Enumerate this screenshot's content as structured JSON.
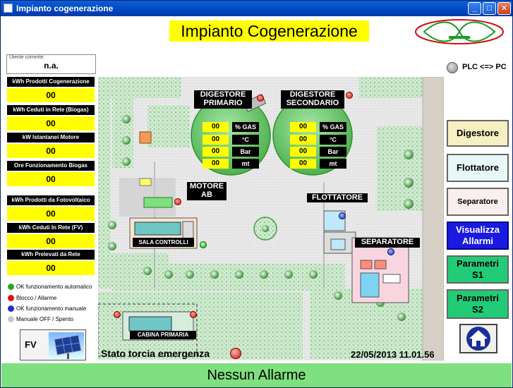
{
  "window": {
    "title": "Impianto cogenerazione"
  },
  "header": {
    "title": "Impianto Cogenerazione"
  },
  "plc": {
    "label": "PLC <=> PC"
  },
  "user": {
    "label": "Utente corrente:",
    "value": "n.a."
  },
  "kpis": [
    {
      "label": "kWh Prodotti Cogenerazione",
      "value": "00"
    },
    {
      "label": "kWh Ceduti in Rete (Biogas)",
      "value": "00"
    },
    {
      "label": "kW Istantanei Motore",
      "value": "00"
    },
    {
      "label": "Ore Funzionamento Biogas",
      "value": "00"
    },
    {
      "label": "kWh Prodotti da Fotovoltaico",
      "value": "00"
    },
    {
      "label": "kWh Ceduti In Rete (FV)",
      "value": "00"
    },
    {
      "label": "kWh Prelevati da Rete",
      "value": "00"
    }
  ],
  "legend": [
    {
      "label": "OK funzionamento automatico",
      "color": "#22aa22"
    },
    {
      "label": "Blocco / Allarme",
      "color": "#dd1111"
    },
    {
      "label": "OK funzionamento manuale",
      "color": "#1a2ed0"
    },
    {
      "label": "Manuale OFF / Spento",
      "color": "#c8c8c8"
    }
  ],
  "fv_button": {
    "label": "FV"
  },
  "map": {
    "digestore_primario": {
      "line1": "DIGESTORE",
      "line2": "PRIMARIO",
      "readings": [
        {
          "value": "00",
          "unit": "% GAS"
        },
        {
          "value": "00",
          "unit": "°C"
        },
        {
          "value": "00",
          "unit": "Bar"
        },
        {
          "value": "00",
          "unit": "mt"
        }
      ]
    },
    "digestore_secondario": {
      "line1": "DIGESTORE",
      "line2": "SECONDARIO",
      "readings": [
        {
          "value": "00",
          "unit": "% GAS"
        },
        {
          "value": "00",
          "unit": "°C"
        },
        {
          "value": "00",
          "unit": "Bar"
        },
        {
          "value": "00",
          "unit": "mt"
        }
      ]
    },
    "motore": {
      "line1": "MOTORE",
      "line2": "AB"
    },
    "flottatore": "FLOTTATORE",
    "separatore": "SEPARATORE",
    "sala_controlli": "SALA CONTROLLI",
    "cabina_primaria": "CABINA PRIMARIA"
  },
  "right_buttons": [
    {
      "label": "Digestore",
      "bg": "#f5efc2"
    },
    {
      "label": "Flottatore",
      "bg": "#e8f8f8"
    },
    {
      "label": "Separatore",
      "bg": "#faeeee"
    },
    {
      "label1": "Visualizza",
      "label2": "Allarmi",
      "bg": "#1a1ae0"
    },
    {
      "label1": "Parametri",
      "label2": "S1",
      "bg": "#22cc77"
    },
    {
      "label1": "Parametri",
      "label2": "S2",
      "bg": "#22cc77"
    }
  ],
  "status": {
    "torcia_label": "Stato torcia emergenza",
    "datetime": "22/05/2013 11.01.56"
  },
  "alarm": {
    "text": "Nessun Allarme"
  }
}
